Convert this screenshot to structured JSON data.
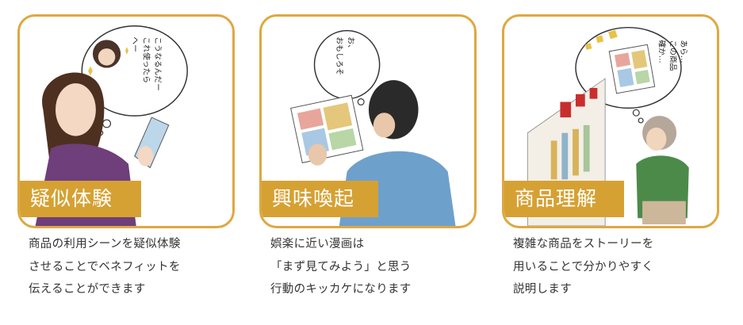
{
  "cards": [
    {
      "label": "疑似体験",
      "bubble_lines": [
        "へー",
        "これ使ったら",
        "こうなるんだー"
      ],
      "desc_lines": [
        "商品の利用シーンを疑似体験",
        "させることでベネフィットを",
        "伝えることができます"
      ]
    },
    {
      "label": "興味喚起",
      "bubble_lines": [
        "お、",
        "おもしろそ"
      ],
      "desc_lines": [
        "娯楽に近い漫画は",
        "「まず見てみよう」と思う",
        "行動のキッカケになります"
      ]
    },
    {
      "label": "商品理解",
      "bubble_lines": [
        "あら…",
        "この商品",
        "確か…"
      ],
      "desc_lines": [
        "複雑な商品をストーリーを",
        "用いることで分かりやすく",
        "説明します"
      ]
    }
  ],
  "colors": {
    "accent": "#d6a133",
    "border": "#dea842",
    "text": "#333333"
  }
}
